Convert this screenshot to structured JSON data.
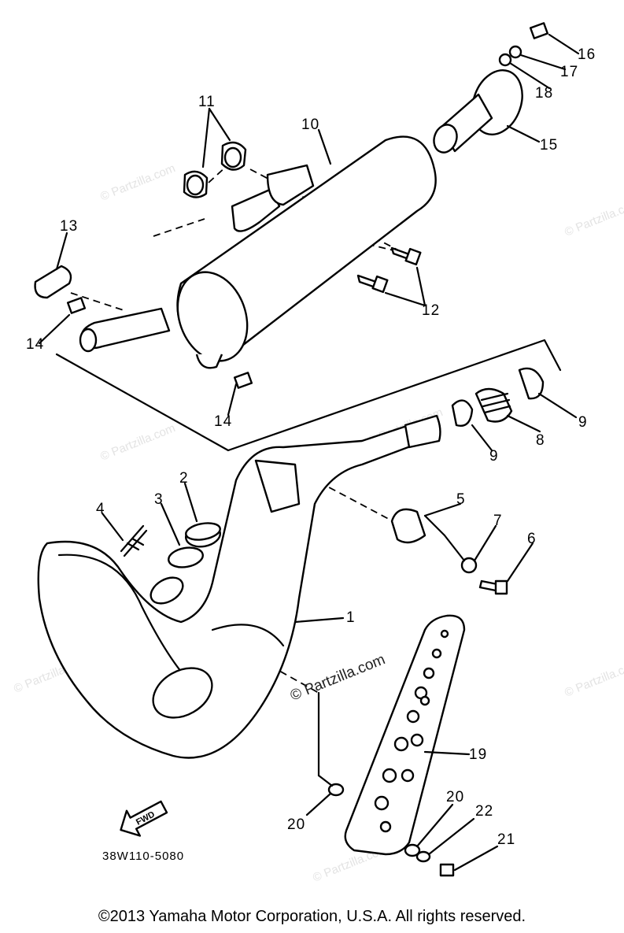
{
  "callouts": [
    "1",
    "2",
    "3",
    "4",
    "5",
    "6",
    "7",
    "8",
    "9",
    "9",
    "10",
    "11",
    "12",
    "13",
    "14",
    "14",
    "15",
    "16",
    "17",
    "18",
    "19",
    "20",
    "20",
    "21",
    "22"
  ],
  "drawing_code": "38W110-5080",
  "fwd_label": "FWD",
  "watermark": "© Partzilla.com",
  "copyright": "©2013 Yamaha Motor Corporation, U.S.A. All rights reserved."
}
